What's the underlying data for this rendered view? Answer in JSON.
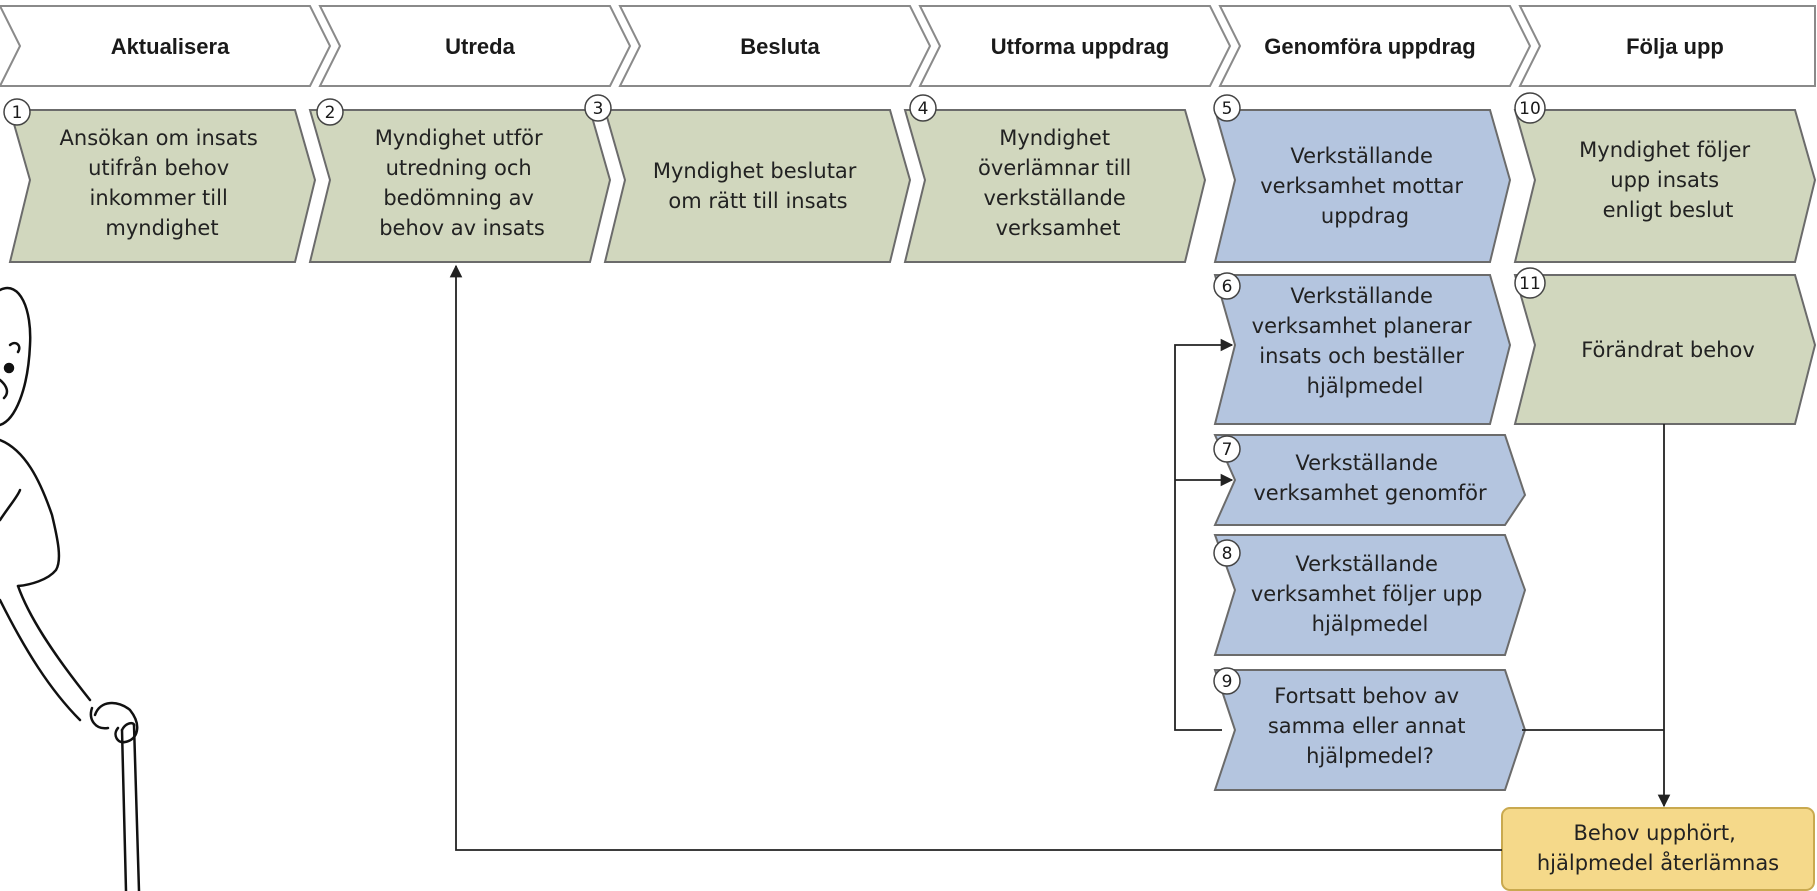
{
  "phases": [
    "Aktualisera",
    "Utreda",
    "Besluta",
    "Utforma uppdrag",
    "Genomföra uppdrag",
    "Följa upp"
  ],
  "steps": [
    {
      "num": "1",
      "lines": [
        "Ansökan om insats",
        "utifrån behov",
        "inkommer till",
        "myndighet"
      ]
    },
    {
      "num": "2",
      "lines": [
        "Myndighet utför",
        "utredning och",
        "bedömning av",
        "behov av insats"
      ]
    },
    {
      "num": "3",
      "lines": [
        "Myndighet beslutar",
        "om rätt till insats"
      ]
    },
    {
      "num": "4",
      "lines": [
        "Myndighet",
        "överlämnar till",
        "verkställande",
        "verksamhet"
      ]
    },
    {
      "num": "5",
      "lines": [
        "Verkställande",
        "verksamhet mottar",
        "uppdrag"
      ]
    },
    {
      "num": "10",
      "lines": [
        "Myndighet följer",
        "upp insats",
        "enligt beslut"
      ]
    },
    {
      "num": "6",
      "lines": [
        "Verkställande",
        "verksamhet planerar",
        "insats och beställer",
        "hjälpmedel"
      ]
    },
    {
      "num": "11",
      "lines": [
        "Förändrat behov"
      ]
    },
    {
      "num": "7",
      "lines": [
        "Verkställande",
        "verksamhet genomför"
      ]
    },
    {
      "num": "8",
      "lines": [
        "Verkställande",
        "verksamhet följer upp",
        "hjälpmedel"
      ]
    },
    {
      "num": "9",
      "lines": [
        "Fortsatt behov av",
        "samma eller annat",
        "hjälpmedel?"
      ]
    }
  ],
  "end_box": {
    "lines": [
      "Behov upphört,",
      "hjälpmedel återlämnas"
    ]
  },
  "colors": {
    "green": "#d1d7be",
    "blue": "#b4c5df",
    "yellow": "#f5d98a",
    "header_fill": "#ffffff",
    "stroke": "#6b6b6b"
  }
}
